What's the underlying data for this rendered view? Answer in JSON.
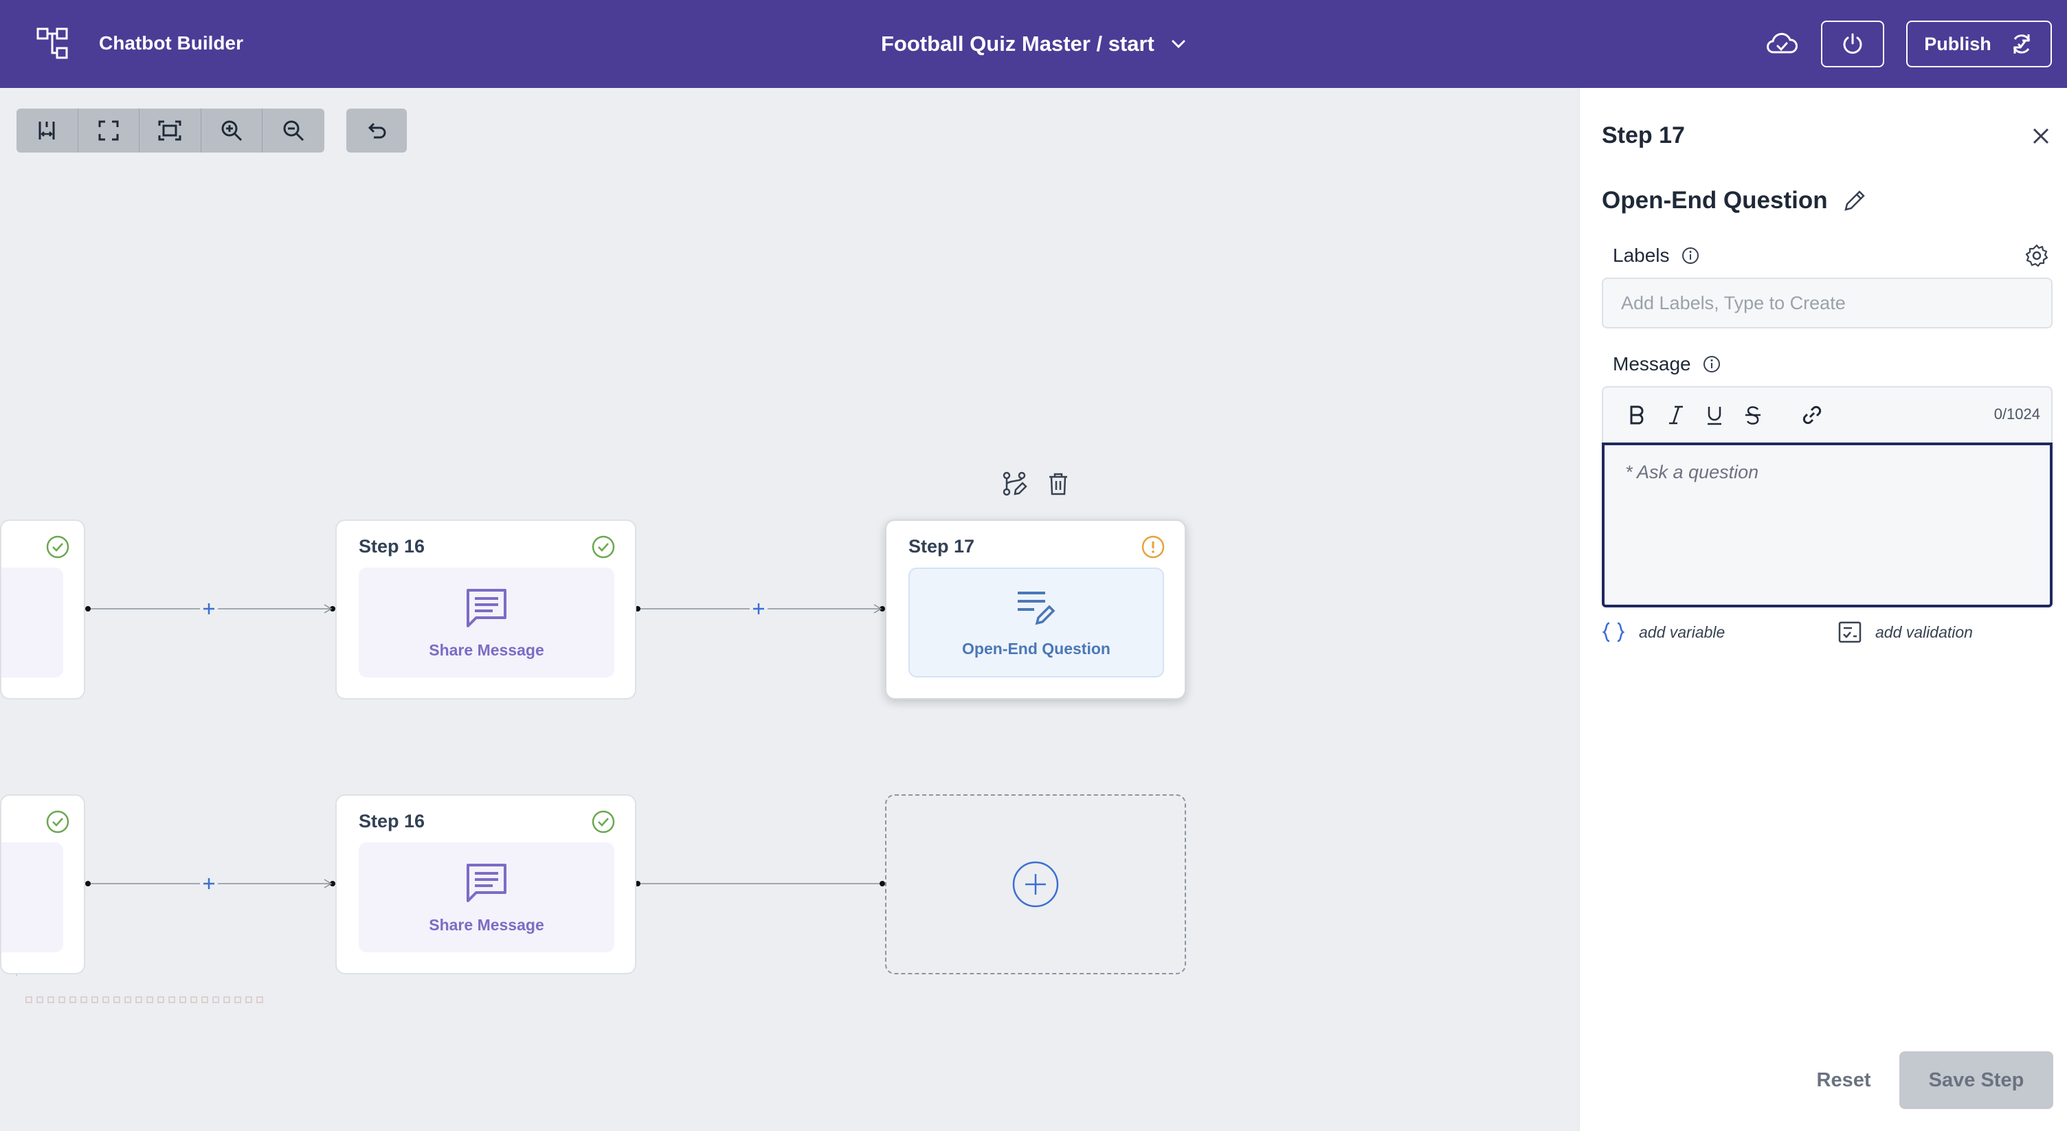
{
  "header": {
    "brand_title": "Chatbot Builder",
    "project_title": "Football Quiz Master / start",
    "publish_label": "Publish",
    "background_color": "#4b3c96"
  },
  "toolbar": {
    "tools": [
      "fit-width-icon",
      "fullscreen-icon",
      "fit-screen-icon",
      "zoom-in-icon",
      "zoom-out-icon"
    ],
    "undo": "undo-icon"
  },
  "canvas": {
    "row1": {
      "left_node_status": "complete",
      "step16": {
        "title": "Step 16",
        "body_label": "Share Message",
        "status": "complete"
      },
      "step17": {
        "title": "Step 17",
        "body_label": "Open-End Question",
        "status": "warning"
      }
    },
    "row2": {
      "left_node_status": "complete",
      "step16": {
        "title": "Step 16",
        "body_label": "Share Message",
        "status": "complete"
      }
    }
  },
  "panel": {
    "title": "Step 17",
    "step_type": "Open-End Question",
    "labels": {
      "label": "Labels",
      "placeholder": "Add Labels, Type to Create"
    },
    "message": {
      "label": "Message",
      "char_count": "0/1024",
      "placeholder": "* Ask a question"
    },
    "add_variable": "add variable",
    "add_validation": "add validation",
    "reset_label": "Reset",
    "save_label": "Save Step"
  },
  "colors": {
    "accent": "#4b3c96",
    "success": "#6aa84f",
    "warning": "#e6a23c",
    "link_blue": "#3b6fd4"
  }
}
